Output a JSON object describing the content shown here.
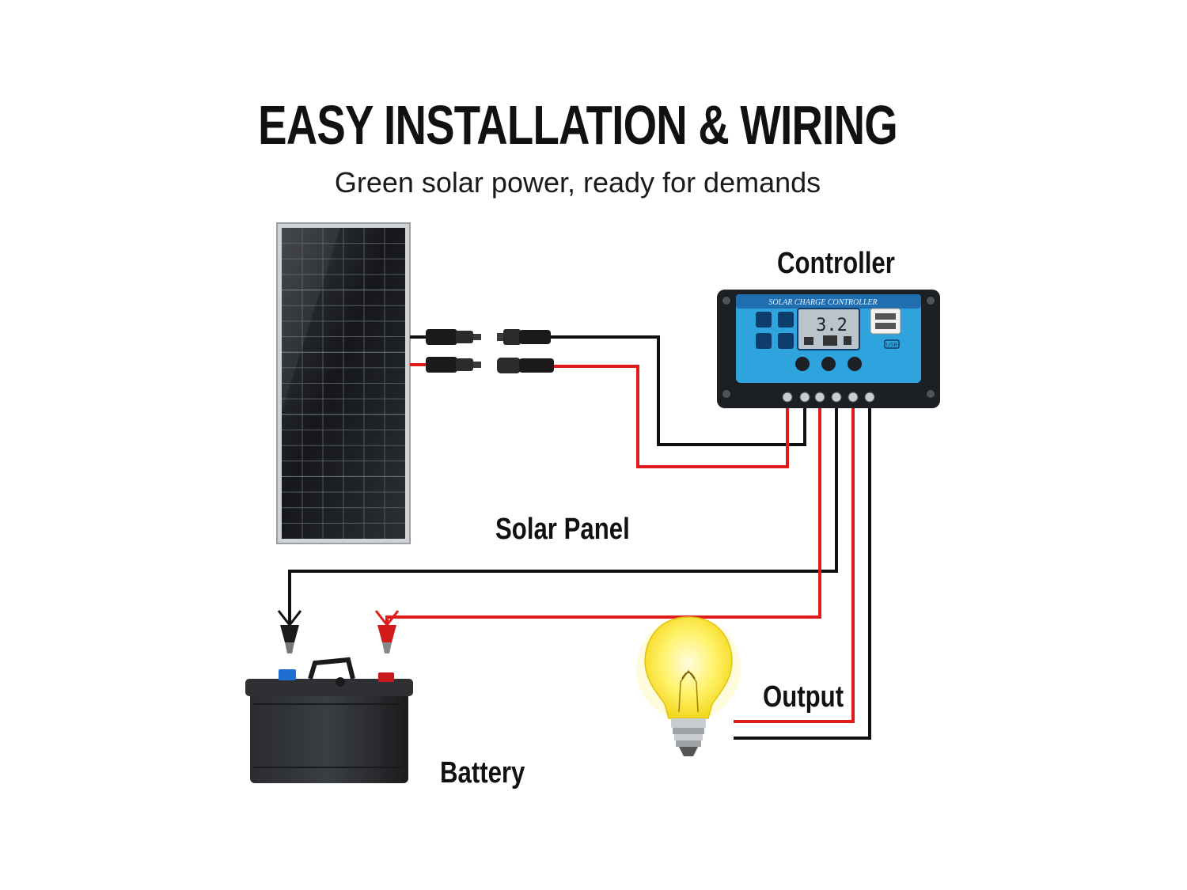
{
  "header": {
    "title": "EASY INSTALLATION & WIRING",
    "subtitle": "Green solar power, ready for demands"
  },
  "labels": {
    "controller": "Controller",
    "solar_panel": "Solar Panel",
    "output": "Output",
    "battery": "Battery"
  },
  "controller_panel": {
    "header_text": "SOLAR CHARGE CONTROLLER",
    "display_value": "3.2",
    "usb_label": "USB"
  },
  "colors": {
    "positive_wire": "#e01b1b",
    "negative_wire": "#111111",
    "controller_face": "#2fa3de",
    "controller_body": "#1c1f24",
    "lcd": "#b9c4cc"
  }
}
